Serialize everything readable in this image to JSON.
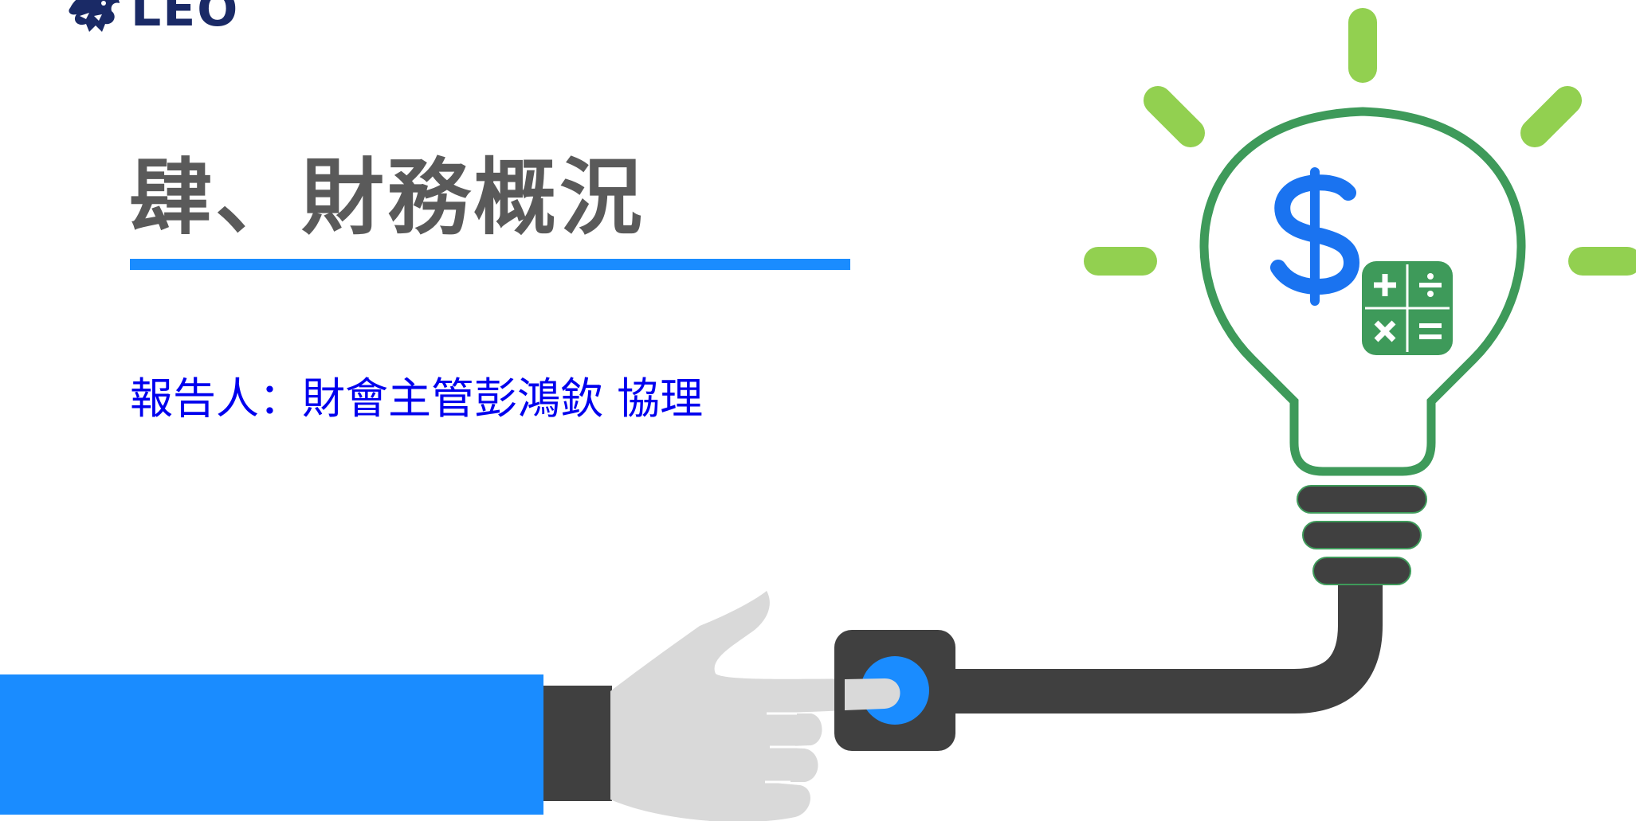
{
  "logo": {
    "text": "LEO"
  },
  "slide": {
    "title": "肆、財務概況",
    "presenter": "報告人：財會主管彭鴻欽 協理"
  },
  "icons": {
    "logo_mark": "lion-crest-icon",
    "bulb": "lightbulb-icon",
    "dollar": "dollar-sign-icon",
    "calculator": "calculator-icon",
    "hand": "pointing-hand-icon",
    "switch": "switch-button-icon"
  },
  "colors": {
    "title": "#5a5a5a",
    "accent_blue": "#1a8cff",
    "presenter": "#0000ee",
    "logo": "#1a2a66",
    "bulb_outline": "#3e9a5a",
    "rays": "#92d050",
    "cable": "#404040",
    "hand": "#d9d9d9"
  }
}
